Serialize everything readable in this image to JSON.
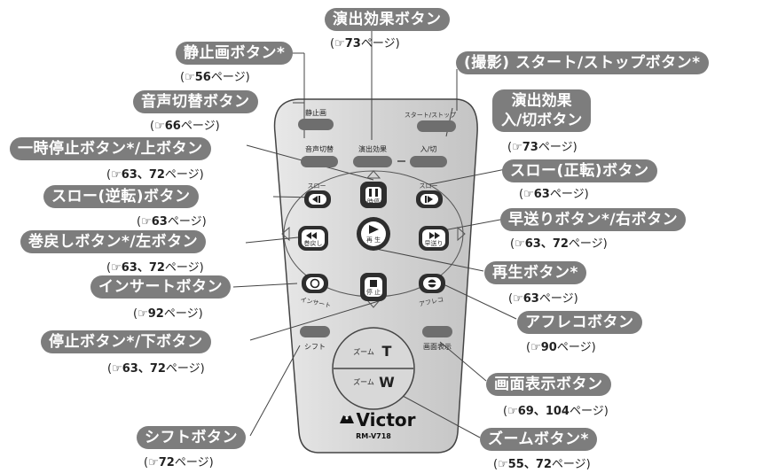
{
  "icons": {
    "reference": "pointing-hand-reference-icon",
    "play": "play-icon",
    "pause": "pause-icon",
    "stop": "stop-icon",
    "slow_reverse": "slow-reverse-icon",
    "slow_forward": "slow-forward-icon",
    "rewind": "rewind-icon",
    "fast_forward": "fast-forward-icon",
    "insert": "insert-icon",
    "afreco": "afreco-icon",
    "victor_logo": "victor-dog-logo-icon"
  },
  "remote": {
    "brand": "Victor",
    "model": "RM-V718",
    "buttons": {
      "still": "静止画",
      "start_stop": "スタート/ストップ",
      "sound_switch": "音声切替",
      "effect": "演出効果",
      "effect_onoff": "入/切",
      "pause_sub": "一時停止",
      "slow_rev_top": "スロー",
      "slow_fwd_top": "スロー",
      "rewind_sub": "巻戻し",
      "play_sub": "再 生",
      "ff_sub": "早送り",
      "insert": "インサート",
      "stop_sub": "停 止",
      "afreco": "アフレコ",
      "shift": "シフト",
      "display": "画面表示",
      "zoom_t_label": "ズーム",
      "zoom_t": "T",
      "zoom_w_label": "ズーム",
      "zoom_w": "W"
    }
  },
  "callouts": {
    "effect": {
      "label": "演出効果ボタン",
      "ref_open": "(",
      "ref_num": "73",
      "ref_text": "ページ)"
    },
    "still": {
      "label": "静止画ボタン*",
      "ref_open": "(",
      "ref_num": "56",
      "ref_text": "ページ)"
    },
    "start_stop": {
      "label": "(撮影) スタート/ストップボタン*"
    },
    "sound": {
      "label": "音声切替ボタン",
      "ref_open": "(",
      "ref_num": "66",
      "ref_text": "ページ)"
    },
    "effect_onoff": {
      "line1": "演出効果",
      "line2": "入/切ボタン",
      "ref_open": "(",
      "ref_num": "73",
      "ref_text": "ページ)"
    },
    "pause": {
      "label": "一時停止ボタン*/上ボタン",
      "ref_open": "(",
      "ref_num": "63、72",
      "ref_text": "ページ)"
    },
    "slow_fwd": {
      "label": "スロー(正転)ボタン",
      "ref_open": "(",
      "ref_num": "63",
      "ref_text": "ページ)"
    },
    "slow_rev": {
      "label": "スロー(逆転)ボタン",
      "ref_open": "(",
      "ref_num": "63",
      "ref_text": "ページ)"
    },
    "ff": {
      "label": "早送りボタン*/右ボタン",
      "ref_open": "(",
      "ref_num": "63、72",
      "ref_text": "ページ)"
    },
    "rewind": {
      "label": "巻戻しボタン*/左ボタン",
      "ref_open": "(",
      "ref_num": "63、72",
      "ref_text": "ページ)"
    },
    "play": {
      "label": "再生ボタン*",
      "ref_open": "(",
      "ref_num": "63",
      "ref_text": "ページ)"
    },
    "insert": {
      "label": "インサートボタン",
      "ref_open": "(",
      "ref_num": "92",
      "ref_text": "ページ)"
    },
    "afreco": {
      "label": "アフレコボタン",
      "ref_open": "(",
      "ref_num": "90",
      "ref_text": "ページ)"
    },
    "stop": {
      "label": "停止ボタン*/下ボタン",
      "ref_open": "(",
      "ref_num": "63、72",
      "ref_text": "ページ)"
    },
    "display": {
      "label": "画面表示ボタン",
      "ref_open": "(",
      "ref_num": "69、104",
      "ref_text": "ページ)"
    },
    "shift": {
      "label": "シフトボタン",
      "ref_open": "(",
      "ref_num": "72",
      "ref_text": "ページ)"
    },
    "zoom": {
      "label": "ズームボタン*",
      "ref_open": "(",
      "ref_num": "55、72",
      "ref_text": "ページ)"
    }
  }
}
